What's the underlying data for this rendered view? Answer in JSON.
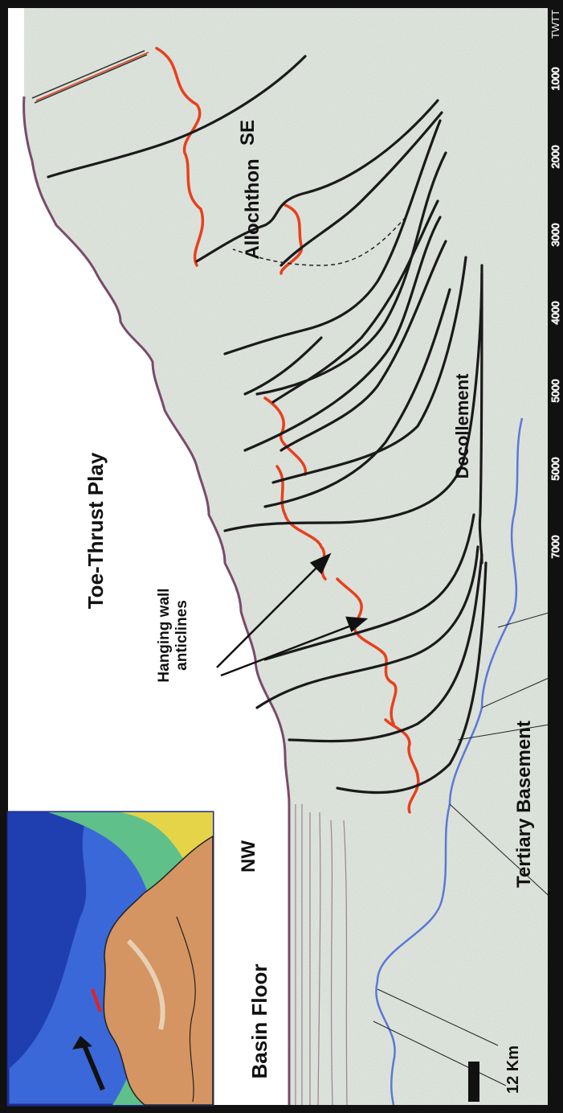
{
  "labels": {
    "se": "SE",
    "nw": "NW",
    "allochthon": "Allochthon",
    "toe_thrust": "Toe-Thrust Play",
    "decollement": "Decollement",
    "hanging_wall": "Hanging wall",
    "anticlines": "anticlines",
    "tertiary_basement": "Tertiary Basement",
    "basin_floor": "Basin Floor",
    "scale": "12 Km"
  },
  "twtt_axis": {
    "title": "TWTT",
    "ticks": [
      "1000",
      "2000",
      "3000",
      "4000",
      "5000",
      "5000",
      "7000"
    ]
  },
  "colors": {
    "fault": "#1a1a1a",
    "horizon": "#e8401c",
    "basement": "#5b78d6",
    "seismic_bg": "#dfe6dd",
    "axis_bar": "#111111"
  }
}
